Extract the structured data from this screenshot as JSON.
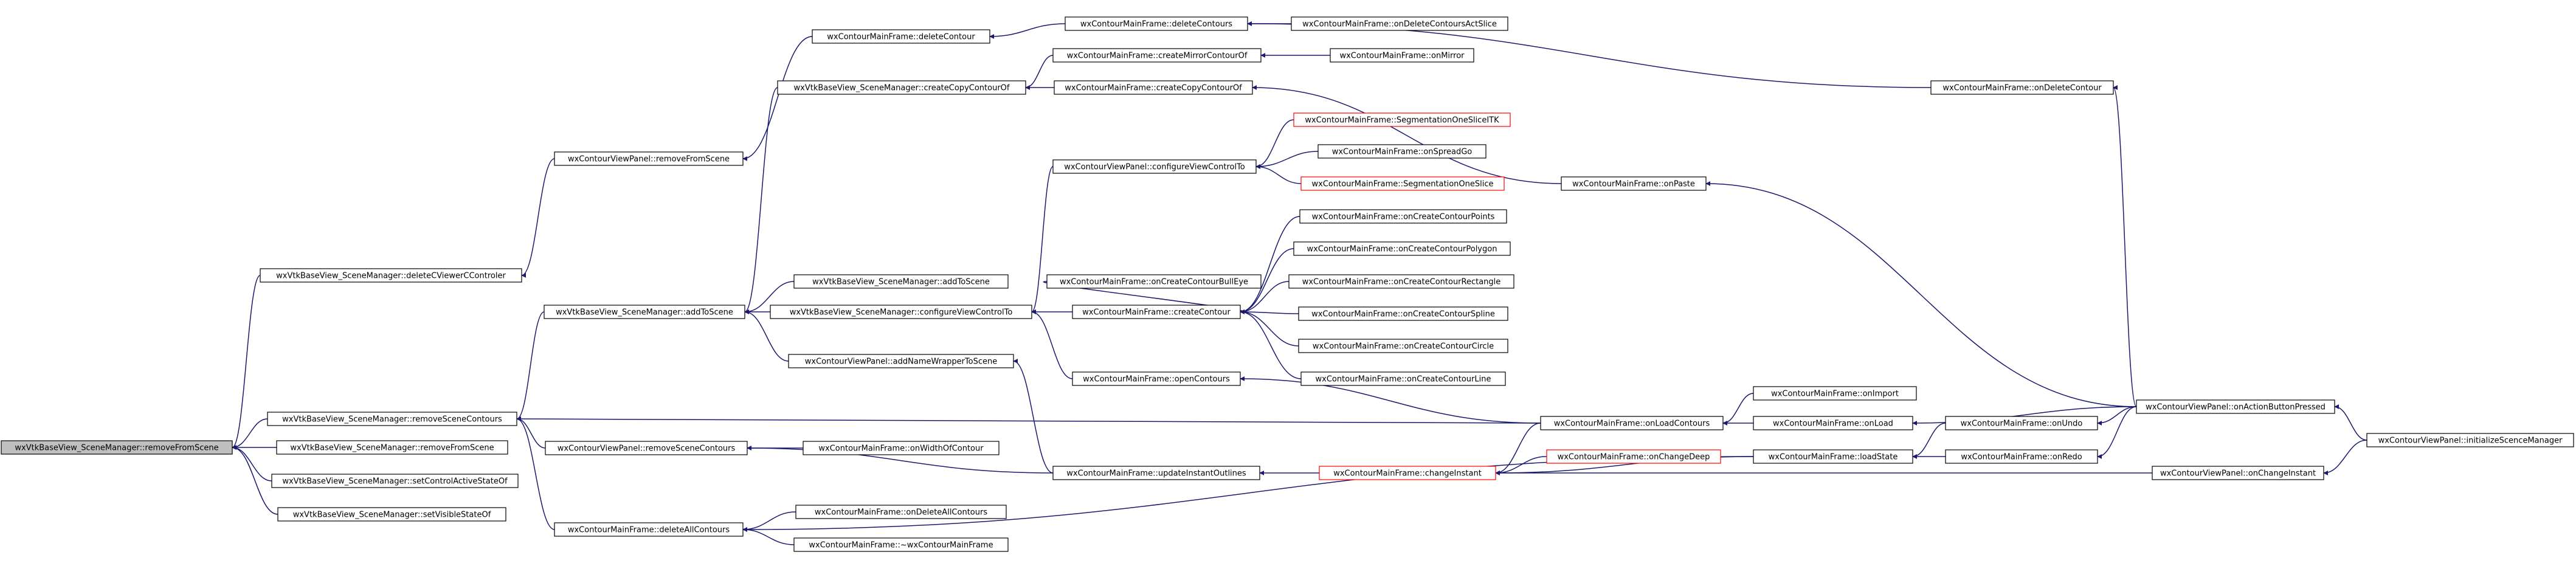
{
  "colors": {
    "edge": "#191970",
    "node_border": "#000000",
    "node_fill": "#ffffff",
    "focus_fill": "#bfbfbf",
    "truncated_border": "#ff0000"
  },
  "nodes": [
    {
      "id": "n0",
      "label": "wxVtkBaseView_SceneManager::removeFromScene",
      "style": "focus"
    },
    {
      "id": "n1",
      "label": "wxVtkBaseView_SceneManager::deleteCViewerCControler"
    },
    {
      "id": "n2",
      "label": "wxVtkBaseView_SceneManager::removeSceneContours"
    },
    {
      "id": "n3",
      "label": "wxVtkBaseView_SceneManager::removeFromScene"
    },
    {
      "id": "n4",
      "label": "wxVtkBaseView_SceneManager::setControlActiveStateOf"
    },
    {
      "id": "n5",
      "label": "wxVtkBaseView_SceneManager::setVisibleStateOf"
    },
    {
      "id": "n6",
      "label": "wxContourViewPanel::removeFromScene"
    },
    {
      "id": "n7",
      "label": "wxVtkBaseView_SceneManager::addToScene"
    },
    {
      "id": "n8",
      "label": "wxContourViewPanel::removeSceneContours"
    },
    {
      "id": "n9",
      "label": "wxContourMainFrame::deleteAllContours"
    },
    {
      "id": "n10",
      "label": "wxContourMainFrame::deleteContour"
    },
    {
      "id": "n11",
      "label": "wxVtkBaseView_SceneManager::createCopyContourOf"
    },
    {
      "id": "n12",
      "label": "wxVtkBaseView_SceneManager::addToScene"
    },
    {
      "id": "n13",
      "label": "wxVtkBaseView_SceneManager::configureViewControlTo"
    },
    {
      "id": "n14",
      "label": "wxContourViewPanel::addNameWrapperToScene"
    },
    {
      "id": "n15",
      "label": "wxContourMainFrame::onWidthOfContour"
    },
    {
      "id": "n16",
      "label": "wxContourMainFrame::onDeleteAllContours"
    },
    {
      "id": "n17",
      "label": "wxContourMainFrame::~wxContourMainFrame"
    },
    {
      "id": "n18",
      "label": "wxContourMainFrame::deleteContours"
    },
    {
      "id": "n19",
      "label": "wxContourMainFrame::createMirrorContourOf"
    },
    {
      "id": "n20",
      "label": "wxContourMainFrame::createCopyContourOf"
    },
    {
      "id": "n21",
      "label": "wxContourViewPanel::configureViewControlTo"
    },
    {
      "id": "n22",
      "label": "wxContourMainFrame::onCreateContourBullEye"
    },
    {
      "id": "n23",
      "label": "wxContourMainFrame::createContour"
    },
    {
      "id": "n24",
      "label": "wxContourMainFrame::openContours"
    },
    {
      "id": "n25",
      "label": "wxContourMainFrame::updateInstantOutlines"
    },
    {
      "id": "n26",
      "label": "wxContourMainFrame::onDeleteContoursActSlice"
    },
    {
      "id": "n27",
      "label": "wxContourMainFrame::onMirror"
    },
    {
      "id": "n28",
      "label": "wxContourMainFrame::SegmentationOneSliceITK",
      "style": "red"
    },
    {
      "id": "n29",
      "label": "wxContourMainFrame::onSpreadGo"
    },
    {
      "id": "n30",
      "label": "wxContourMainFrame::SegmentationOneSlice",
      "style": "red"
    },
    {
      "id": "n31",
      "label": "wxContourMainFrame::onCreateContourPoints"
    },
    {
      "id": "n32",
      "label": "wxContourMainFrame::onCreateContourPolygon"
    },
    {
      "id": "n33",
      "label": "wxContourMainFrame::onCreateContourRectangle"
    },
    {
      "id": "n34",
      "label": "wxContourMainFrame::onCreateContourSpline"
    },
    {
      "id": "n35",
      "label": "wxContourMainFrame::onCreateContourCircle"
    },
    {
      "id": "n36",
      "label": "wxContourMainFrame::onCreateContourLine"
    },
    {
      "id": "n37",
      "label": "wxContourMainFrame::changeInstant",
      "style": "red"
    },
    {
      "id": "n38",
      "label": "wxContourMainFrame::onChangeDeep",
      "style": "red"
    },
    {
      "id": "n39",
      "label": "wxContourMainFrame::onPaste"
    },
    {
      "id": "n40",
      "label": "wxContourMainFrame::onLoadContours"
    },
    {
      "id": "n41",
      "label": "wxContourMainFrame::onImport"
    },
    {
      "id": "n42",
      "label": "wxContourMainFrame::onLoad"
    },
    {
      "id": "n43",
      "label": "wxContourMainFrame::loadState"
    },
    {
      "id": "n44",
      "label": "wxContourMainFrame::onUndo"
    },
    {
      "id": "n45",
      "label": "wxContourMainFrame::onRedo"
    },
    {
      "id": "n46",
      "label": "wxContourMainFrame::onDeleteContour"
    },
    {
      "id": "n47",
      "label": "wxContourViewPanel::onActionButtonPressed"
    },
    {
      "id": "n48",
      "label": "wxContourViewPanel::onChangeInstant"
    },
    {
      "id": "n49",
      "label": "wxContourViewPanel::initializeScenceManager"
    }
  ],
  "edges": [
    [
      "n1",
      "n0"
    ],
    [
      "n2",
      "n0"
    ],
    [
      "n3",
      "n0"
    ],
    [
      "n4",
      "n0"
    ],
    [
      "n5",
      "n0"
    ],
    [
      "n6",
      "n1"
    ],
    [
      "n7",
      "n2"
    ],
    [
      "n8",
      "n2"
    ],
    [
      "n9",
      "n2"
    ],
    [
      "n40",
      "n2"
    ],
    [
      "n10",
      "n6"
    ],
    [
      "n11",
      "n7"
    ],
    [
      "n12",
      "n7"
    ],
    [
      "n13",
      "n7"
    ],
    [
      "n14",
      "n7"
    ],
    [
      "n15",
      "n8"
    ],
    [
      "n25",
      "n8"
    ],
    [
      "n16",
      "n9"
    ],
    [
      "n17",
      "n9"
    ],
    [
      "n43",
      "n9"
    ],
    [
      "n18",
      "n10"
    ],
    [
      "n19",
      "n11"
    ],
    [
      "n20",
      "n11"
    ],
    [
      "n21",
      "n13"
    ],
    [
      "n23",
      "n13"
    ],
    [
      "n24",
      "n13"
    ],
    [
      "n25",
      "n14"
    ],
    [
      "n37",
      "n25"
    ],
    [
      "n26",
      "n18"
    ],
    [
      "n46",
      "n18"
    ],
    [
      "n27",
      "n19"
    ],
    [
      "n39",
      "n20"
    ],
    [
      "n28",
      "n21"
    ],
    [
      "n29",
      "n21"
    ],
    [
      "n30",
      "n21"
    ],
    [
      "n22",
      "n23"
    ],
    [
      "n31",
      "n23"
    ],
    [
      "n32",
      "n23"
    ],
    [
      "n33",
      "n23"
    ],
    [
      "n34",
      "n23"
    ],
    [
      "n35",
      "n23"
    ],
    [
      "n36",
      "n23"
    ],
    [
      "n40",
      "n24"
    ],
    [
      "n38",
      "n37"
    ],
    [
      "n40",
      "n37"
    ],
    [
      "n43",
      "n37"
    ],
    [
      "n48",
      "n37"
    ],
    [
      "n41",
      "n40"
    ],
    [
      "n42",
      "n40"
    ],
    [
      "n47",
      "n42"
    ],
    [
      "n44",
      "n43"
    ],
    [
      "n45",
      "n43"
    ],
    [
      "n47",
      "n44"
    ],
    [
      "n47",
      "n45"
    ],
    [
      "n47",
      "n46"
    ],
    [
      "n47",
      "n39"
    ],
    [
      "n49",
      "n47"
    ],
    [
      "n49",
      "n48"
    ]
  ]
}
